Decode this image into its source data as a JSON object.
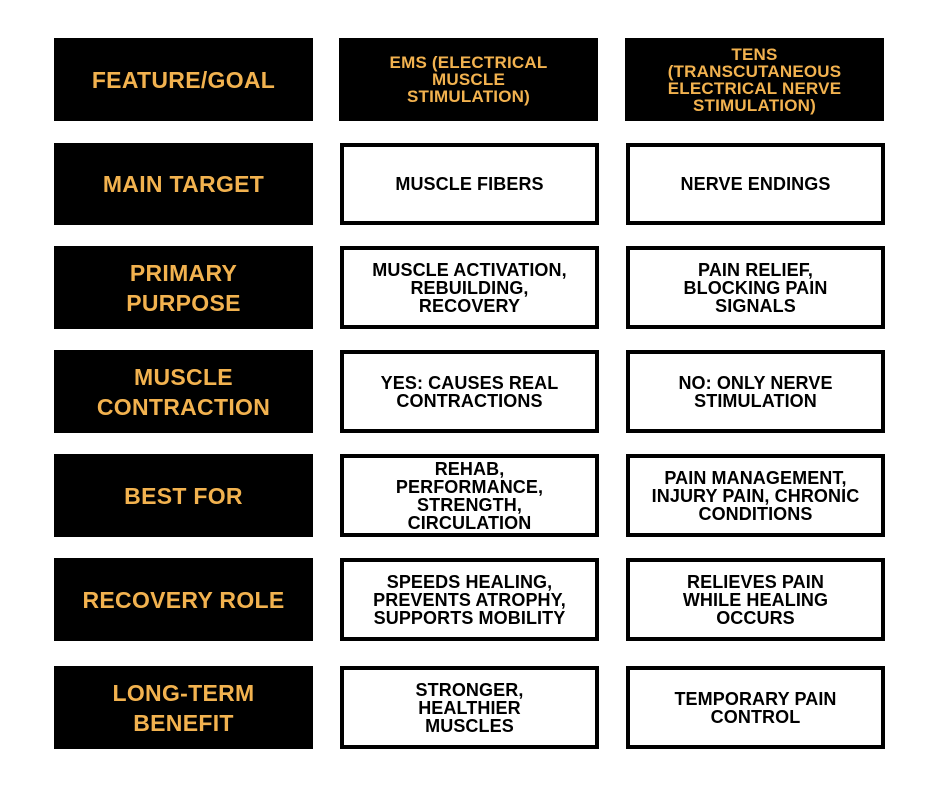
{
  "header": {
    "feature_label": "FEATURE/GOAL",
    "ems_label": "EMS (ELECTRICAL\nMUSCLE\nSTIMULATION)",
    "tens_label": "TENS\n(TRANSCUTANEOUS\nELECTRICAL NERVE\nSTIMULATION)"
  },
  "rows": [
    {
      "label": "MAIN TARGET",
      "ems": "MUSCLE FIBERS",
      "tens": "NERVE ENDINGS"
    },
    {
      "label": "PRIMARY\nPURPOSE",
      "ems": "MUSCLE ACTIVATION,\nREBUILDING,\nRECOVERY",
      "tens": "PAIN RELIEF,\nBLOCKING PAIN\nSIGNALS"
    },
    {
      "label": "MUSCLE\nCONTRACTION",
      "ems": "YES: CAUSES REAL\nCONTRACTIONS",
      "tens": "NO: ONLY NERVE\nSTIMULATION"
    },
    {
      "label": "BEST FOR",
      "ems": "REHAB,\nPERFORMANCE,\nSTRENGTH,\nCIRCULATION",
      "tens": "PAIN MANAGEMENT,\nINJURY PAIN, CHRONIC\nCONDITIONS"
    },
    {
      "label": "RECOVERY ROLE",
      "ems": "SPEEDS HEALING,\nPREVENTS ATROPHY,\nSUPPORTS MOBILITY",
      "tens": "RELIEVES PAIN\nWHILE HEALING\nOCCURS"
    },
    {
      "label": "LONG-TERM\nBENEFIT",
      "ems": "STRONGER,\nHEALTHIER\nMUSCLES",
      "tens": "TEMPORARY PAIN\nCONTROL"
    }
  ],
  "colors": {
    "label_background": "#000000",
    "label_text": "#f2b24f",
    "value_background": "#ffffff",
    "value_border": "#000000",
    "value_text": "#000000"
  }
}
